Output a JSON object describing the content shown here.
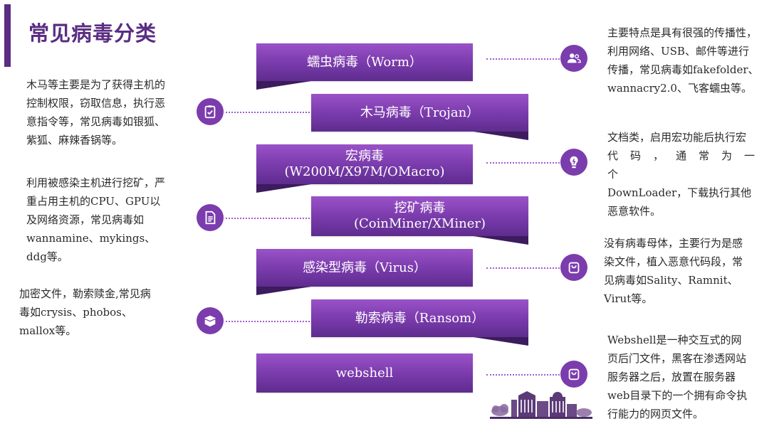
{
  "header": {
    "title": "常见病毒分类"
  },
  "banners": [
    {
      "label": "蠕虫病毒（Worm）"
    },
    {
      "label": "木马病毒（Trojan）"
    },
    {
      "label_line1": "宏病毒",
      "label_line2": "(W200M/X97M/OMacro)"
    },
    {
      "label_line1": "挖矿病毒",
      "label_line2": "(CoinMiner/XMiner)"
    },
    {
      "label": "感染型病毒（Virus）"
    },
    {
      "label": "勒索病毒（Ransom）"
    },
    {
      "label": "webshell"
    }
  ],
  "descriptions": {
    "worm": [
      "主要特点是具有很强的传播性，",
      "利用网络、USB、邮件等进行",
      "传播，常见病毒如fakefolder、",
      "wannacry2.0、飞客蠕虫等。"
    ],
    "trojan": [
      "木马等主要是为了获得主机的",
      "控制权限，窃取信息，执行恶",
      "意指令等，常见病毒如银狐、",
      "紫狐、麻辣香锅等。"
    ],
    "macro": [
      "文档类，启用宏功能后执行宏",
      "代码，通常为一个",
      "DownLoader，下载执行其他",
      "恶意软件。"
    ],
    "miner": [
      "利用被感染主机进行挖矿，严",
      "重占用主机的CPU、GPU以",
      "及网络资源，常见病毒如",
      "wannamine、mykings、",
      "ddg等。"
    ],
    "virus": [
      "没有病毒母体，主要行为是感",
      "染文件，植入恶意代码段，常",
      "见病毒如Sality、Ramnit、",
      "Virut等。"
    ],
    "ransom": [
      "加密文件，勒索赎金,常见病",
      "毒如crysis、phobos、",
      "mallox等。"
    ],
    "webshell": [
      "Webshell是一种交互式的网",
      "页后门文件，黑客在渗透网站",
      "服务器之后，放置在服务器",
      "web目录下的一个拥有命令执",
      "行能力的网页文件。"
    ]
  },
  "icons": {
    "worm": "users-icon",
    "trojan": "clipboard-check-icon",
    "macro": "lightbulb-icon",
    "miner": "document-icon",
    "virus": "bag-icon",
    "ransom": "box-icon",
    "webshell": "bag-icon"
  },
  "colors": {
    "accent": "#5a2d82",
    "banner": "#7b3cad",
    "dots": "#a25bd0"
  }
}
